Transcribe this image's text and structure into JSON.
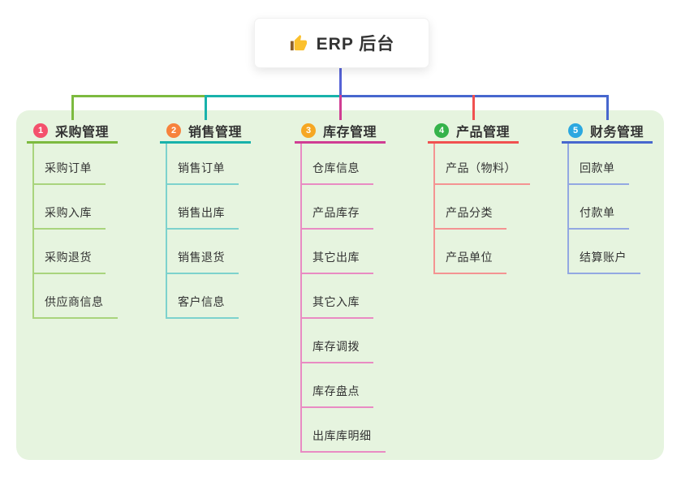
{
  "root": {
    "label": "ERP 后台",
    "icon": "thumbs-up-icon",
    "icon_color": "#FBC02D",
    "icon_cuff_color": "#8C5E2A",
    "line_color": "#5562D6"
  },
  "panel": {
    "bg": "#E6F4DF"
  },
  "branches": [
    {
      "index": "1",
      "label": "采购管理",
      "color": "#7CBA3F",
      "light": "#A9D47D",
      "badge": "#F4516C",
      "children": [
        "采购订单",
        "采购入库",
        "采购退货",
        "供应商信息"
      ]
    },
    {
      "index": "2",
      "label": "销售管理",
      "color": "#18B2AB",
      "light": "#7DD2CD",
      "badge": "#F7823C",
      "children": [
        "销售订单",
        "销售出库",
        "销售退货",
        "客户信息"
      ]
    },
    {
      "index": "3",
      "label": "库存管理",
      "color": "#D03D93",
      "light": "#E98BC3",
      "badge": "#F6A723",
      "children": [
        "仓库信息",
        "产品库存",
        "其它出库",
        "其它入库",
        "库存调拨",
        "库存盘点",
        "出库库明细"
      ]
    },
    {
      "index": "4",
      "label": "产品管理",
      "color": "#F05150",
      "light": "#F49392",
      "badge": "#35B34A",
      "children": [
        "产品（物料）",
        "产品分类",
        "产品单位"
      ]
    },
    {
      "index": "5",
      "label": "财务管理",
      "color": "#4767CE",
      "light": "#93A8E2",
      "badge": "#2BA8E0",
      "children": [
        "回款单",
        "付款单",
        "结算账户"
      ]
    }
  ]
}
